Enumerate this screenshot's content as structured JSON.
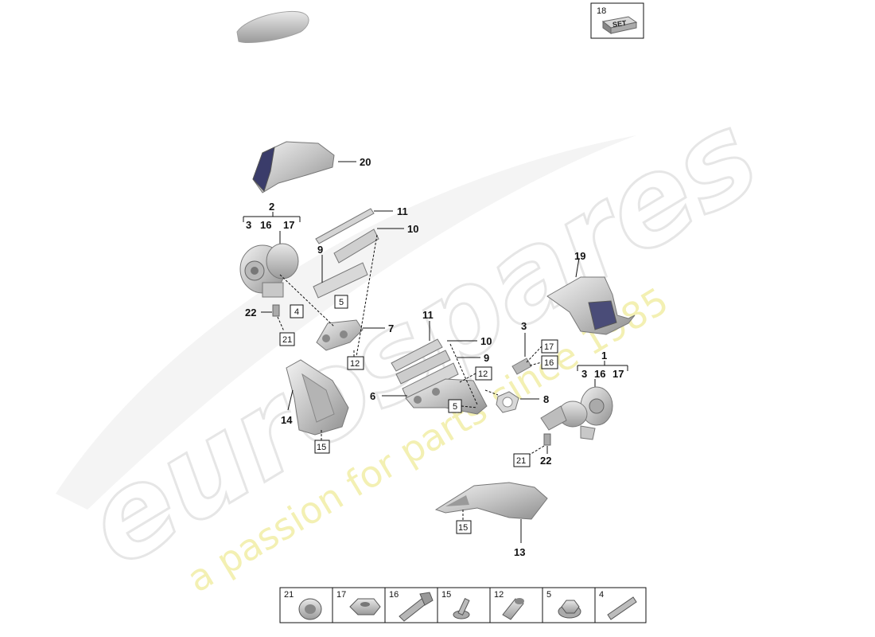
{
  "watermark": {
    "brand": "eurospares",
    "tagline": "a passion for parts since 1985",
    "brand_color": "#e6e6e6",
    "tagline_color": "#f3f0b3"
  },
  "set_box": {
    "number": "18",
    "label": "SET"
  },
  "callouts": {
    "c1": "1",
    "c2": "2",
    "c3": "3",
    "c6": "6",
    "c7": "7",
    "c8": "8",
    "c9a": "9",
    "c9b": "9",
    "c10a": "10",
    "c10b": "10",
    "c11a": "11",
    "c11b": "11",
    "c13": "13",
    "c14": "14",
    "c19": "19",
    "c20": "20",
    "c22a": "22",
    "c22b": "22"
  },
  "brackets": {
    "turbo_left": [
      "3",
      "16",
      "17"
    ],
    "turbo_right": [
      "3",
      "16",
      "17"
    ]
  },
  "ref_boxes": {
    "b4": "4",
    "b5a": "5",
    "b5b": "5",
    "b12a": "12",
    "b12b": "12",
    "b15a": "15",
    "b15b": "15",
    "b16": "16",
    "b17": "17",
    "b21a": "21",
    "b21b": "21"
  },
  "hardware_strip": [
    {
      "number": "21",
      "icon": "cap-nut-icon"
    },
    {
      "number": "17",
      "icon": "hex-nut-icon"
    },
    {
      "number": "16",
      "icon": "hex-bolt-icon"
    },
    {
      "number": "15",
      "icon": "flange-bolt-icon"
    },
    {
      "number": "12",
      "icon": "sleeve-icon"
    },
    {
      "number": "5",
      "icon": "flange-nut-icon"
    },
    {
      "number": "4",
      "icon": "stud-icon"
    }
  ]
}
